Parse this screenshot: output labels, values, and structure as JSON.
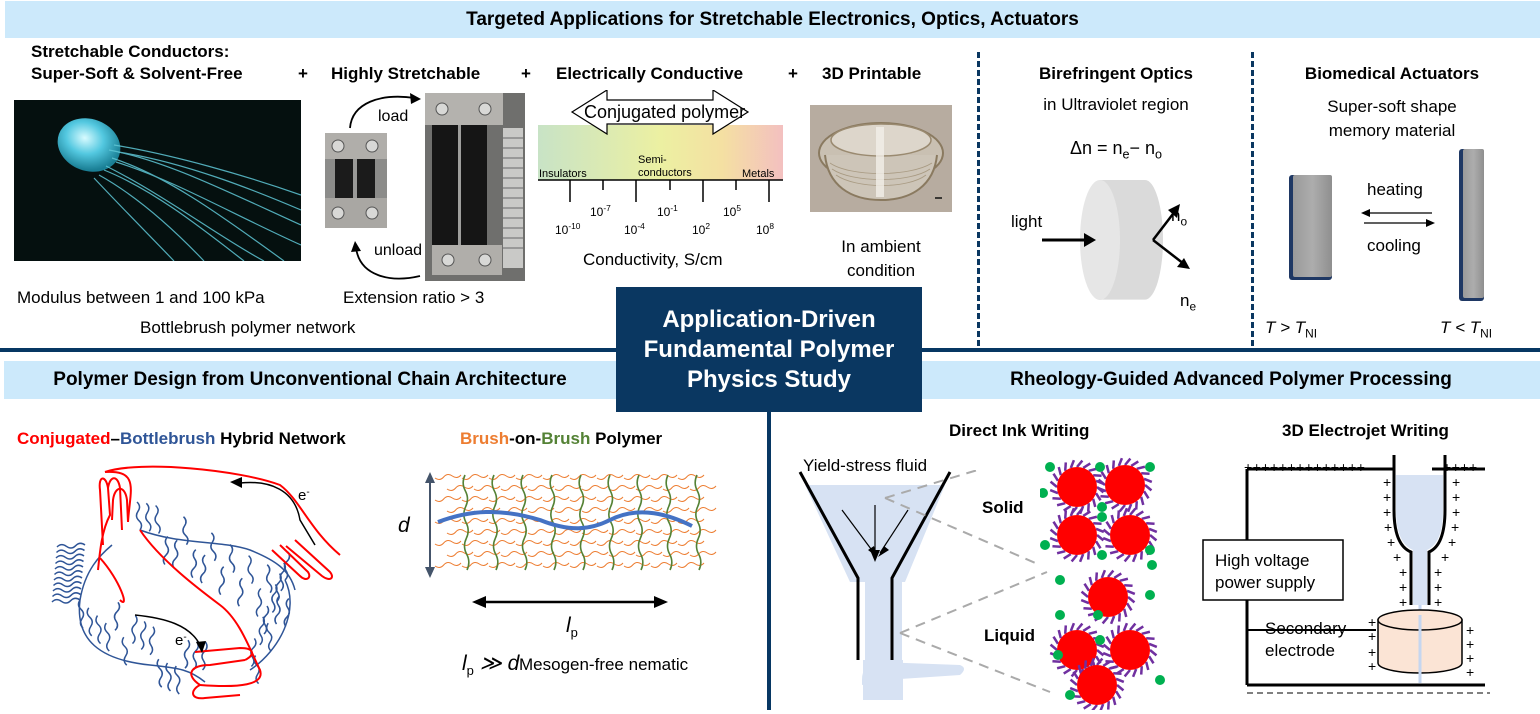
{
  "top_banner": {
    "title": "Targeted Applications for Stretchable Electronics, Optics, Actuators"
  },
  "stretchable": {
    "heading_line1": "Stretchable Conductors:",
    "heading_line2": "Super-Soft & Solvent-Free",
    "plus": "+",
    "highly_stretchable": "Highly Stretchable",
    "electrically_conductive": "Electrically Conductive",
    "printable": "3D Printable",
    "jellyfish_caption": "Modulus between 1 and 100 kPa",
    "extension_caption": "Extension ratio > 3",
    "network_caption": "Bottlebrush polymer network",
    "load_label": "load",
    "unload_label": "unload",
    "conductivity": {
      "arrow_label": "Conjugated polymer",
      "regions": [
        "Insulators",
        "Semi-",
        "conductors",
        "Metals"
      ],
      "upper_ticks": [
        "10",
        "-7",
        "10",
        "-1",
        "10",
        "5"
      ],
      "upper_ticks_list": [
        {
          "base": "10",
          "exp": "-7"
        },
        {
          "base": "10",
          "exp": "-1"
        },
        {
          "base": "10",
          "exp": "5"
        }
      ],
      "lower_ticks_list": [
        {
          "base": "10",
          "exp": "-10"
        },
        {
          "base": "10",
          "exp": "-4"
        },
        {
          "base": "10",
          "exp": "2"
        },
        {
          "base": "10",
          "exp": "8"
        }
      ],
      "axis_label": "Conductivity, S/cm",
      "colors": {
        "insulator": "#c8e3c6",
        "semi": "#ecf0a2",
        "metal": "#f3c0c0"
      }
    },
    "printable_caption_line1": "In ambient",
    "printable_caption_line2": "condition"
  },
  "optics": {
    "title": "Birefringent Optics",
    "subtitle": "in Ultraviolet region",
    "formula_prefix": "Δn = n",
    "formula_sub_e": "e",
    "formula_mid": "− n",
    "formula_sub_o": "o",
    "light_label": "light",
    "n_o": "n",
    "n_o_sub": "o",
    "n_e": "n",
    "n_e_sub": "e"
  },
  "actuators": {
    "title": "Biomedical Actuators",
    "subtitle_line1": "Super-soft shape",
    "subtitle_line2": "memory material",
    "heating": "heating",
    "cooling": "cooling",
    "left_T": "T > T",
    "left_sub": "NI",
    "right_T": "T < T",
    "right_sub": "NI"
  },
  "center": {
    "title": "Application-Driven\nFundamental Polymer\nPhysics Study"
  },
  "design": {
    "banner": "Polymer Design from Unconventional Chain Architecture",
    "hybrid_red": "Conjugated",
    "hybrid_dash": "–",
    "hybrid_blue": "Bottlebrush",
    "hybrid_black": " Hybrid Network",
    "electron": "e",
    "electron_sup": "-",
    "bob_orange": "Brush",
    "bob_mid": "-on-",
    "bob_green": "Brush",
    "bob_black": " Polymer",
    "d_label": "d",
    "lp_label": "l",
    "lp_sub": "p",
    "relation": "≫ d",
    "nematic": "Mesogen-free nematic",
    "colors": {
      "red": "#ff0000",
      "blue": "#2f5597",
      "orange": "#ed7d31",
      "green": "#548235",
      "backbone": "#4472c4"
    }
  },
  "rheology": {
    "banner": "Rheology-Guided Advanced Polymer Processing",
    "diw_title": "Direct Ink Writing",
    "yield_label": "Yield-stress fluid",
    "solid": "Solid",
    "liquid": "Liquid",
    "ej_title": "3D Electrojet Writing",
    "hv_line1": "High voltage",
    "hv_line2": "power supply",
    "sec_line1": "Secondary",
    "sec_line2": "electrode",
    "plus_row_top_left": "++++++++++++++",
    "plus_row_top_right": "++++"
  }
}
